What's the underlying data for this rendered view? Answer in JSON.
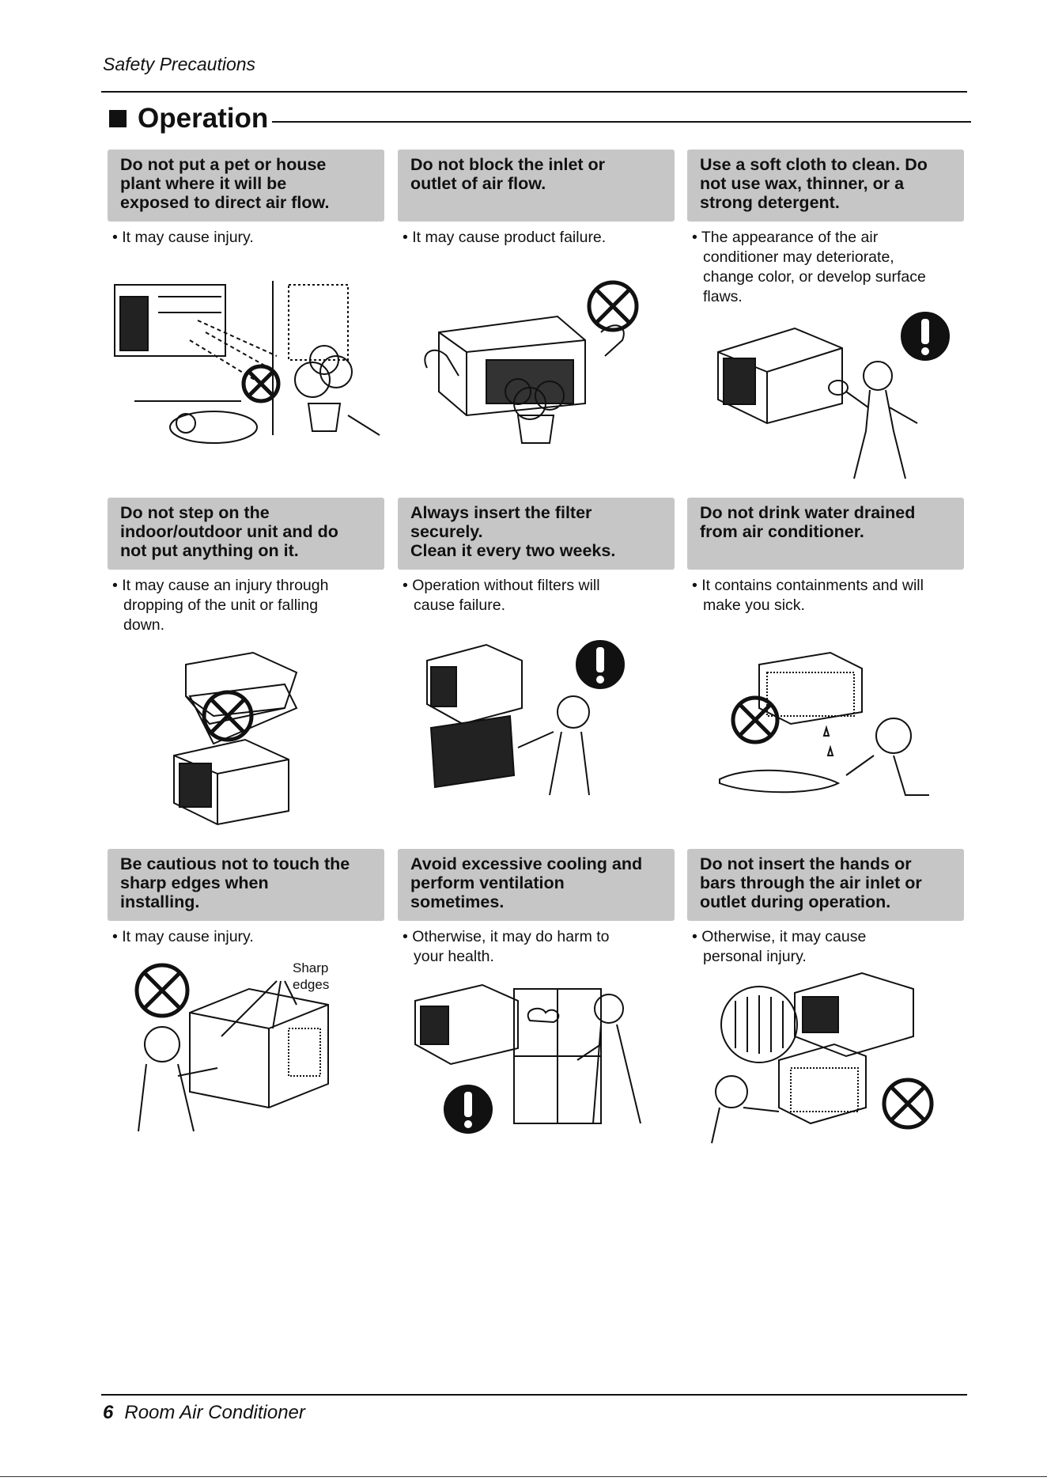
{
  "header": {
    "section_title": "Safety Precautions"
  },
  "section": {
    "heading": "Operation"
  },
  "cards": [
    {
      "title": "Do not put a pet or house\nplant where it will be\nexposed to direct air flow.",
      "note": "• It may cause injury."
    },
    {
      "title": "Do not block the inlet or\noutlet of  air flow.",
      "note": "• It may cause product failure."
    },
    {
      "title": "Use a soft cloth to clean. Do\nnot use wax, thinner, or a\nstrong detergent.",
      "note": "• The appearance of the air\nconditioner may deteriorate,\nchange color, or develop surface\nflaws."
    },
    {
      "title": "Do not step on the\nindoor/outdoor unit and do\nnot put anything on it.",
      "note": "• It may cause an injury through\ndropping of the unit or falling\ndown."
    },
    {
      "title": "Always insert the filter\nsecurely.\nClean it every two weeks.",
      "note": "• Operation without filters will\ncause failure."
    },
    {
      "title": "Do not drink water drained\nfrom air conditioner.",
      "note": "• It contains containments and will\nmake you sick."
    },
    {
      "title": "Be cautious not to touch the\nsharp edges when\ninstalling.",
      "note": "• It may cause injury."
    },
    {
      "title": "Avoid excessive cooling and\nperform ventilation\nsometimes.",
      "note": "• Otherwise, it may do harm to\nyour health."
    },
    {
      "title": "Do not insert the hands or\nbars through the air inlet or\noutlet during operation.",
      "note": "• Otherwise, it may cause\npersonal injury."
    }
  ],
  "illustrations": {
    "sharp_label": "Sharp\nedges"
  },
  "footer": {
    "page_number": "6",
    "title": "Room Air Conditioner"
  }
}
